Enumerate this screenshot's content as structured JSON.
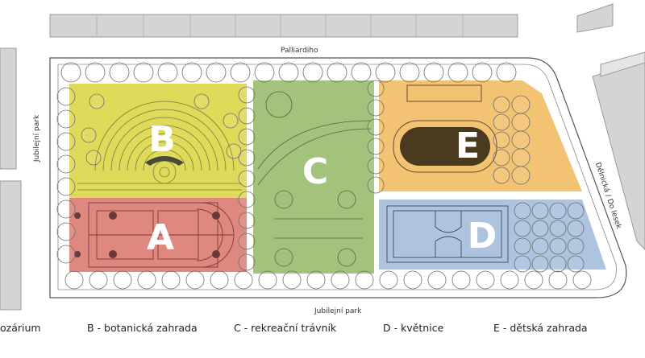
{
  "map": {
    "streets": {
      "top": "Palliardiho",
      "left": "Jubilejní park",
      "bottom": "Jubilejní park",
      "right": "Dělnická / Do lesek"
    },
    "zones": [
      {
        "id": "A",
        "letter": "A",
        "color": "#d9736a"
      },
      {
        "id": "B",
        "letter": "B",
        "color": "#d9d33d"
      },
      {
        "id": "C",
        "letter": "C",
        "color": "#93b865"
      },
      {
        "id": "D",
        "letter": "D",
        "color": "#9fb8d8"
      },
      {
        "id": "E",
        "letter": "E",
        "color": "#f0b85b"
      }
    ],
    "legend": [
      {
        "label": "ozárium"
      },
      {
        "label": "B - botanická zahrada"
      },
      {
        "label": "C - rekreační trávník"
      },
      {
        "label": "D - květnice"
      },
      {
        "label": "E - dětská zahrada"
      }
    ]
  }
}
